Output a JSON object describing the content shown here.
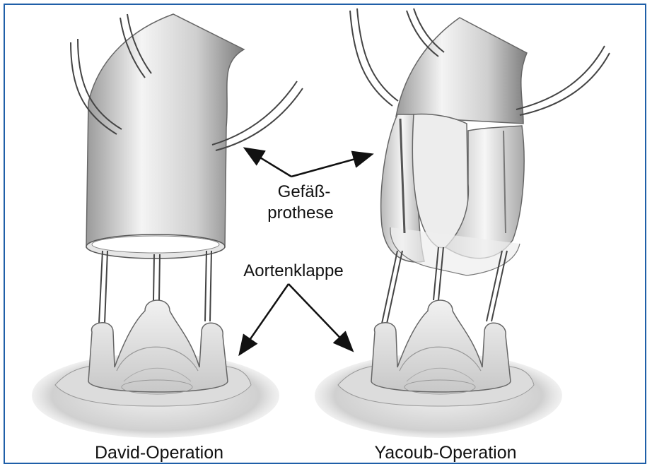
{
  "labels": {
    "graft_line1": "Gefäß-",
    "graft_line2": "prothese",
    "valve": "Aortenklappe"
  },
  "captions": {
    "left": "David-Operation",
    "right": "Yacoub-Operation"
  },
  "colors": {
    "border": "#1f5fa8",
    "arrow": "#111111",
    "graft_dark": "#8a8a8a",
    "graft_light": "#f2f2f2",
    "tissue": "#d9d9d9"
  },
  "icons": [
    "arrow-icon",
    "suture-icon",
    "graft-tube-icon",
    "aortic-valve-icon"
  ]
}
